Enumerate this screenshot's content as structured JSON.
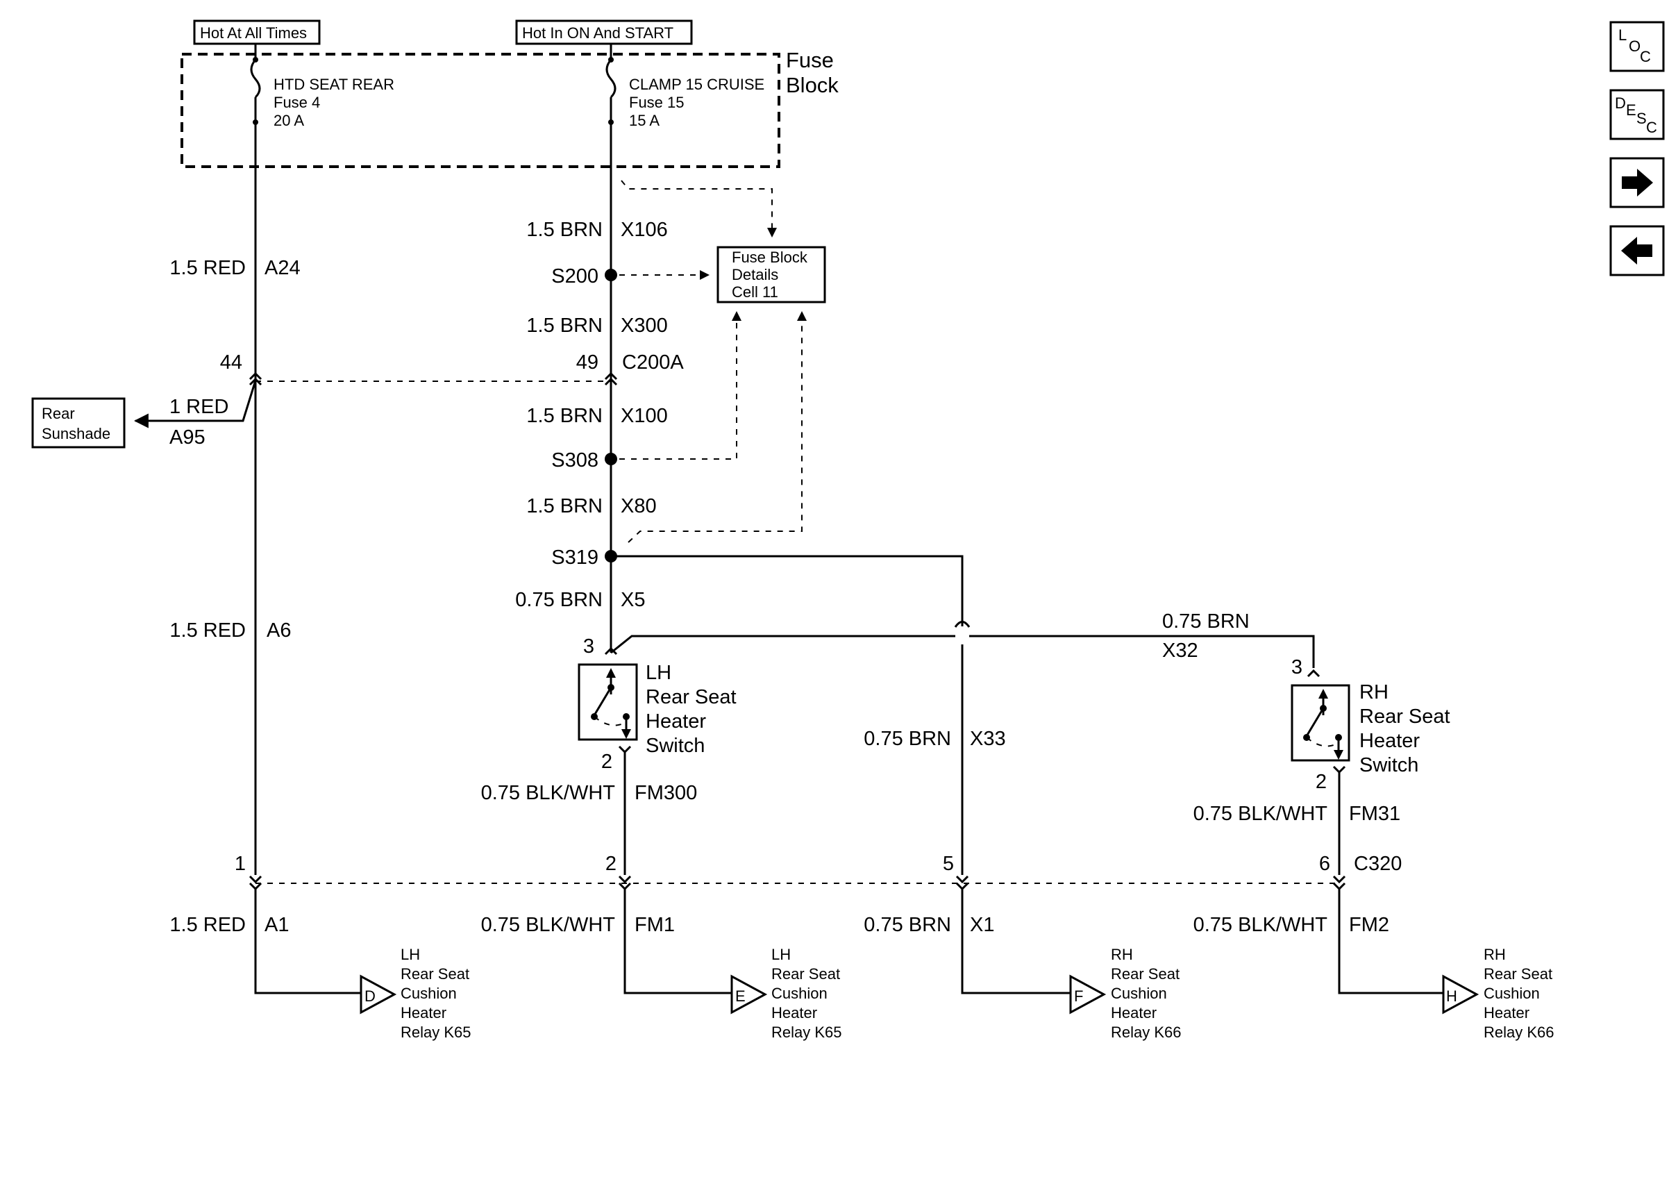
{
  "headers": {
    "hot_always": "Hot At All Times",
    "hot_on_start": "Hot In ON And START"
  },
  "fuse_block": {
    "title_line1": "Fuse",
    "title_line2": "Block",
    "fuse_left": {
      "name": "HTD SEAT REAR",
      "fuse": "Fuse 4",
      "amp": "20 A"
    },
    "fuse_right": {
      "name": "CLAMP 15 CRUISE",
      "fuse": "Fuse 15",
      "amp": "15 A"
    }
  },
  "details_box": {
    "line1": "Fuse Block",
    "line2": "Details",
    "line3": "Cell 11"
  },
  "sunshade": {
    "line1": "Rear",
    "line2": "Sunshade",
    "wire": "1 RED",
    "circuit": "A95"
  },
  "wires": {
    "a24_wire": "1.5 RED",
    "a24_circuit": "A24",
    "a6_wire": "1.5 RED",
    "a6_circuit": "A6",
    "a1_wire": "1.5 RED",
    "a1_circuit": "A1",
    "x106_wire": "1.5 BRN",
    "x106_circuit": "X106",
    "x300_wire": "1.5 BRN",
    "x300_circuit": "X300",
    "x100_wire": "1.5 BRN",
    "x100_circuit": "X100",
    "x80_wire": "1.5 BRN",
    "x80_circuit": "X80",
    "x5_wire": "0.75 BRN",
    "x5_circuit": "X5",
    "x32_wire": "0.75 BRN",
    "x32_circuit": "X32",
    "x33_wire": "0.75 BRN",
    "x33_circuit": "X33",
    "x1_wire": "0.75 BRN",
    "x1_circuit": "X1",
    "fm300_wire": "0.75 BLK/WHT",
    "fm300_circuit": "FM300",
    "fm31_wire": "0.75 BLK/WHT",
    "fm31_circuit": "FM31",
    "fm1_wire": "0.75 BLK/WHT",
    "fm1_circuit": "FM1",
    "fm2_wire": "0.75 BLK/WHT",
    "fm2_circuit": "FM2"
  },
  "splices": {
    "s200": "S200",
    "s308": "S308",
    "s319": "S319"
  },
  "connectors": {
    "c200a": "C200A",
    "c200a_pin_left": "44",
    "c200a_pin_right": "49",
    "c320": "C320",
    "c320_pin1": "1",
    "c320_pin2": "2",
    "c320_pin5": "5",
    "c320_pin6": "6"
  },
  "lh_switch": {
    "line1": "LH",
    "line2": "Rear Seat",
    "line3": "Heater",
    "line4": "Switch",
    "pin_top": "3",
    "pin_bottom": "2"
  },
  "rh_switch": {
    "line1": "RH",
    "line2": "Rear Seat",
    "line3": "Heater",
    "line4": "Switch",
    "pin_top": "3",
    "pin_bottom": "2"
  },
  "relays": [
    {
      "letter": "D",
      "line1": "LH",
      "line2": "Rear Seat",
      "line3": "Cushion",
      "line4": "Heater",
      "line5": "Relay K65"
    },
    {
      "letter": "E",
      "line1": "LH",
      "line2": "Rear Seat",
      "line3": "Cushion",
      "line4": "Heater",
      "line5": "Relay K65"
    },
    {
      "letter": "F",
      "line1": "RH",
      "line2": "Rear Seat",
      "line3": "Cushion",
      "line4": "Heater",
      "line5": "Relay K66"
    },
    {
      "letter": "H",
      "line1": "RH",
      "line2": "Rear Seat",
      "line3": "Cushion",
      "line4": "Heater",
      "line5": "Relay K66"
    }
  ],
  "nav": {
    "loc": {
      "l": "L",
      "o": "O",
      "c": "C"
    },
    "desc": {
      "d": "D",
      "e": "E",
      "s": "S",
      "c": "C"
    }
  }
}
